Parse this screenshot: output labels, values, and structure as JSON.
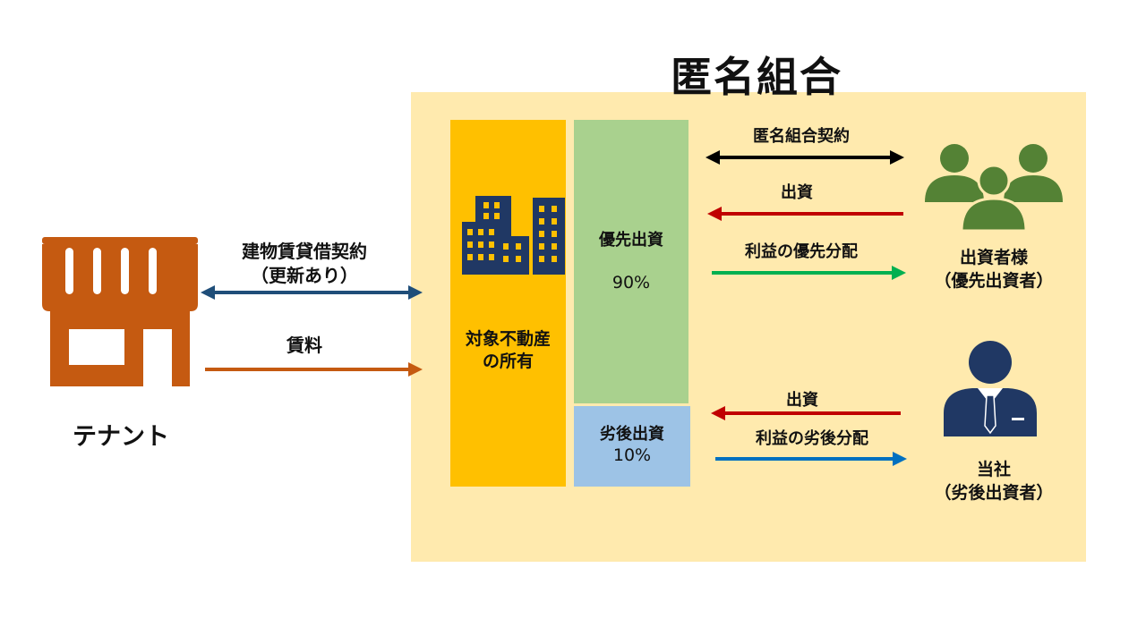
{
  "title": "匿名組合",
  "tenant": {
    "label": "テナント",
    "lease_contract_line1": "建物賃貸借契約",
    "lease_contract_line2": "（更新あり）",
    "rent": "賃料"
  },
  "property": {
    "line1": "対象不動産",
    "line2": "の所有"
  },
  "senior": {
    "label": "優先出資",
    "percent": "90%"
  },
  "junior": {
    "label": "劣後出資",
    "percent": "10%"
  },
  "flows": {
    "tk_contract": "匿名組合契約",
    "senior_invest": "出資",
    "senior_profit": "利益の優先分配",
    "junior_invest": "出資",
    "junior_profit": "利益の劣後分配"
  },
  "investors": {
    "line1": "出資者様",
    "line2": "（優先出資者）"
  },
  "company": {
    "line1": "当社",
    "line2": "（劣後出資者）"
  },
  "colors": {
    "panel": "#ffeaae",
    "property": "#ffc000",
    "senior": "#a9d18e",
    "junior": "#9dc3e6",
    "store": "#c55a11",
    "building": "#203864",
    "people": "#548235",
    "businessman": "#203864",
    "arrow_lease": "#1f4e79",
    "arrow_rent": "#c55a11",
    "arrow_contract": "#000000",
    "arrow_invest": "#c00000",
    "arrow_senior_profit": "#00b050",
    "arrow_junior_profit": "#0070c0"
  },
  "icons": [
    "store-icon",
    "building-icon",
    "people-icon",
    "businessman-icon"
  ]
}
